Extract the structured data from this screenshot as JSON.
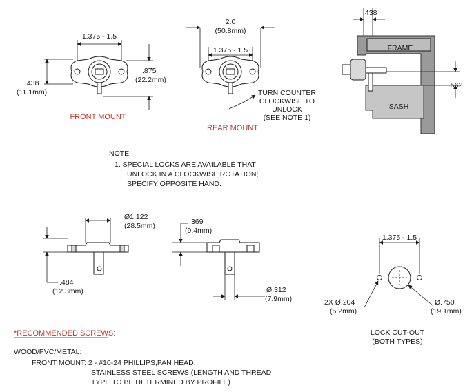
{
  "front_mount": {
    "dim_width": "1.375 - 1.5",
    "dim_left_in": ".438",
    "dim_left_mm": "(11.1mm)",
    "dim_right_in": ".875",
    "dim_right_mm": "(22.2mm)",
    "label": "FRONT MOUNT"
  },
  "rear_mount": {
    "dim_outer_in": "2.0",
    "dim_outer_mm": "(50.8mm)",
    "dim_width": "1.375 - 1.5",
    "turn_note": [
      "TURN COUNTER",
      "CLOCKWISE TO",
      "UNLOCK",
      "(SEE NOTE 1)"
    ],
    "label": "REAR MOUNT"
  },
  "frame_detail": {
    "dim_top": ".438",
    "frame_label": "FRAME",
    "sash_label": "SASH",
    "dim_right": ".562"
  },
  "note": {
    "heading": "NOTE:",
    "lines": [
      "1. SPECIAL LOCKS ARE AVAILABLE THAT",
      "UNLOCK IN A CLOCKWISE ROTATION;",
      "SPECIFY OPPOSITE HAND."
    ]
  },
  "side_left": {
    "dim_top_in": "Ø1.122",
    "dim_top_mm": "(28.5mm)",
    "dim_bottom_in": ".484",
    "dim_bottom_mm": "(12.3mm)"
  },
  "side_right": {
    "dim_top_in": ".369",
    "dim_top_mm": "(9.4mm)",
    "dim_bottom_in": "Ø.312",
    "dim_bottom_mm": "(7.9mm)"
  },
  "cutout": {
    "dim_width": "1.375 - 1.5",
    "hole_in": "2X Ø.204",
    "hole_mm": "(5.2mm)",
    "bore_in": "Ø.750",
    "bore_mm": "(19.1mm)",
    "label_line1": "LOCK CUT-OUT",
    "label_line2": "(BOTH TYPES)"
  },
  "screws": {
    "heading": "*RECOMMENDED SCREWS:",
    "material": "WOOD/PVC/METAL:",
    "line1": "FRONT MOUNT: 2 - #10-24 PHILLIPS,PAN HEAD,",
    "line2": "STAINLESS STEEL SCREWS (LENGTH AND THREAD",
    "line3": "TYPE TO BE DETERMINED BY PROFILE)"
  },
  "colors": {
    "label_red": "#c0392b",
    "frame_gray": "#9a9a9a"
  }
}
